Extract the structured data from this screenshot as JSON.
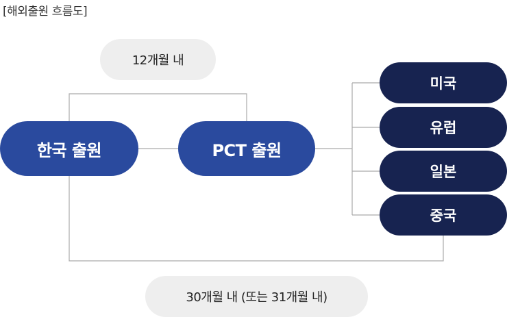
{
  "title": "[해외출원 흐름도]",
  "nodes": {
    "korea_filing": "한국 출원",
    "pct_filing": "PCT 출원",
    "us": "미국",
    "europe": "유럽",
    "japan": "일본",
    "china": "중국"
  },
  "labels": {
    "within_12_months": "12개월 내",
    "within_30_months": "30개월 내 (또는 31개월 내)"
  },
  "colors": {
    "primary_blue": "#2a4a9e",
    "navy": "#172350",
    "grey_pill": "#eeeeee",
    "line": "#aaaaaa"
  }
}
